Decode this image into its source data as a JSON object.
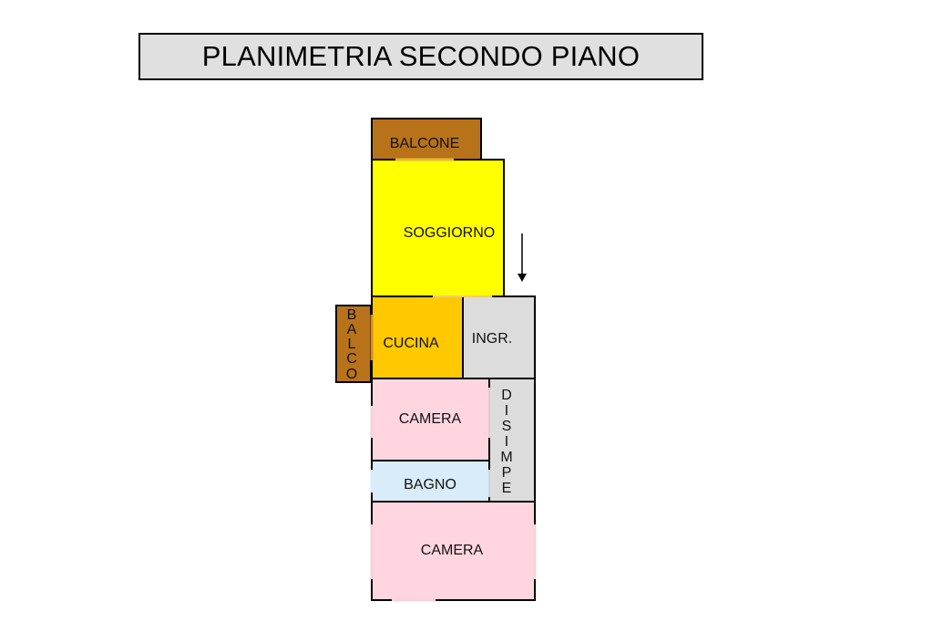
{
  "title": "PLANIMETRIA SECONDO PIANO",
  "colors": {
    "balcony": "#b8731a",
    "living": "#ffff00",
    "kitchen": "#ffc800",
    "entrance": "#dcdcdc",
    "bedroom": "#ffd6e0",
    "bathroom": "#d8ecfa",
    "hallway": "#dcdcdc",
    "wall": "#000000"
  },
  "rooms": {
    "balcone_top": "BALCONE",
    "soggiorno": "SOGGIORNO",
    "balcone_side_letters": [
      "B",
      "A",
      "L",
      "C",
      "O"
    ],
    "cucina": "CUCINA",
    "ingresso": "INGR.",
    "camera_1": "CAMERA",
    "disimpegno_letters": [
      "D",
      "I",
      "S",
      "I",
      "M",
      "P",
      "E"
    ],
    "bagno": "BAGNO",
    "camera_2": "CAMERA"
  },
  "entrance_arrow": "down-arrow-icon"
}
